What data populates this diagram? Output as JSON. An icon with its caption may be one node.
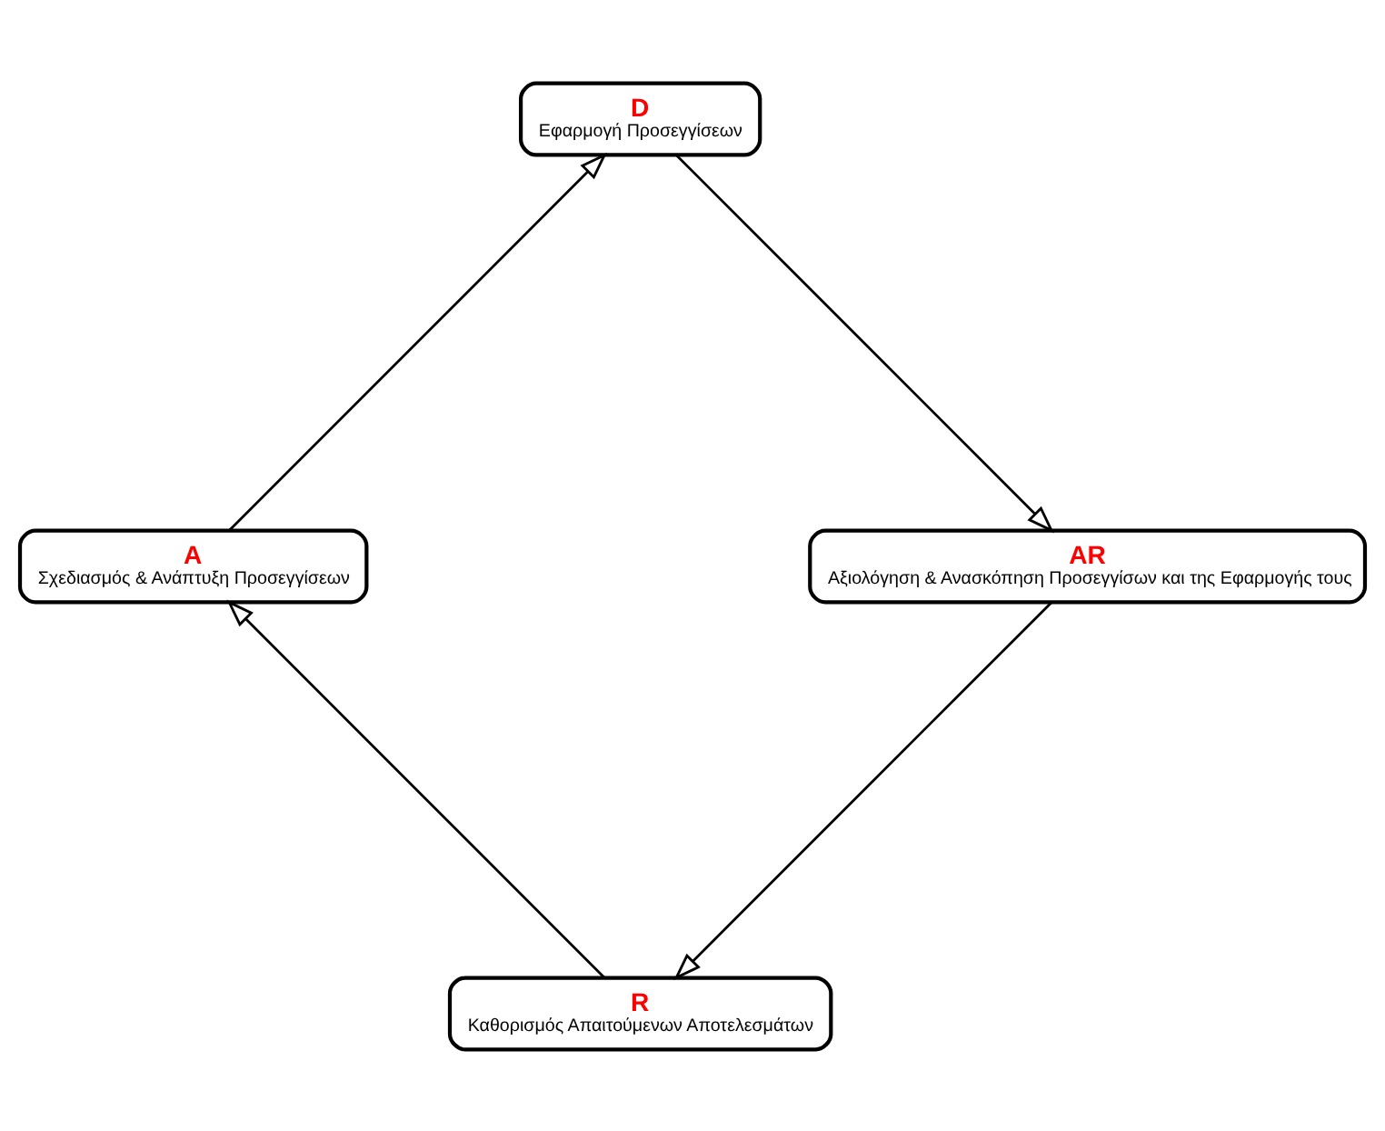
{
  "diagram": {
    "nodes": [
      {
        "text": [
          "R",
          "Καθορισμός Απαιτούμενων Αποτελεσμάτων"
        ]
      },
      {
        "text": [
          "AR",
          "Αξιολόγηση & Ανασκόπηση Προσεγγίσων και της Εφαρμογής τους"
        ]
      },
      {
        "text": [
          "A",
          "Σχεδιασμός & Ανάπτυξη Προσεγγίσεων"
        ]
      },
      {
        "text": [
          "D",
          "Εφαρμογή Προσεγγίσεων"
        ]
      }
    ],
    "edges": [
      {
        "from": 0,
        "to": 2,
        "arrow": "to"
      },
      {
        "from": 2,
        "to": 3,
        "arrow": "to"
      },
      {
        "from": 3,
        "to": 1,
        "arrow": "to"
      },
      {
        "from": 1,
        "to": 0,
        "arrow": "to"
      }
    ]
  }
}
